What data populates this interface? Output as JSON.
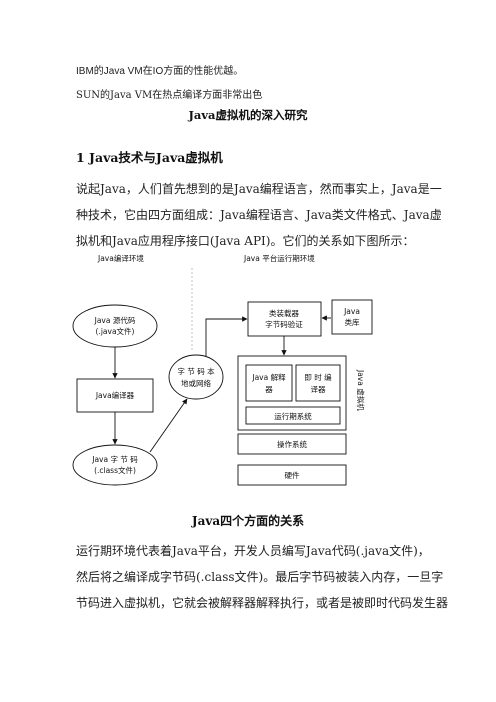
{
  "document": {
    "line1": "IBM的Java VM在IO方面的性能优越。",
    "line2": "SUN的Java VM在热点编译方面非常出色",
    "doc_title": "Java虚拟机的深入研究",
    "section_heading": "1 Java技术与Java虚拟机",
    "para1": [
      "说起Java，人们首先想到的是Java编程语言，然而事实上，Java是一",
      "种技术，它由四方面组成：Java编程语言、Java类文件格式、Java虚",
      "拟机和Java应用程序接口(Java API)。它们的关系如下图所示："
    ],
    "caption": "Java四个方面的关系",
    "para2": [
      "运行期环境代表着Java平台，开发人员编写Java代码(.java文件)，",
      "然后将之编译成字节码(.class文件)。最后字节码被装入内存，一旦字",
      "节码进入虚拟机，它就会被解释器解释执行，或者是被即时代码发生器"
    ]
  },
  "diagram": {
    "compile_env_label": "Java编译环境",
    "runtime_env_label": "Java 平台运行期环境",
    "source_code": [
      "Java 源代码",
      "(.java文件)"
    ],
    "compiler": "Java编译器",
    "class_file": [
      "Java   字  节  码",
      "(.class文件)"
    ],
    "bytecode_net": [
      "字  节  码  本",
      "地或网络"
    ],
    "class_loader": [
      "类装载器",
      "字节码验证"
    ],
    "java_lib": [
      "Java",
      "类库"
    ],
    "interpreter": [
      "Java 解释",
      "器"
    ],
    "jit": [
      "即 时 编",
      "译器"
    ],
    "runtime_system": "运行期系统",
    "jvm_vertical": "Java 虚拟机",
    "os": "操作系统",
    "hardware": "硬件"
  }
}
